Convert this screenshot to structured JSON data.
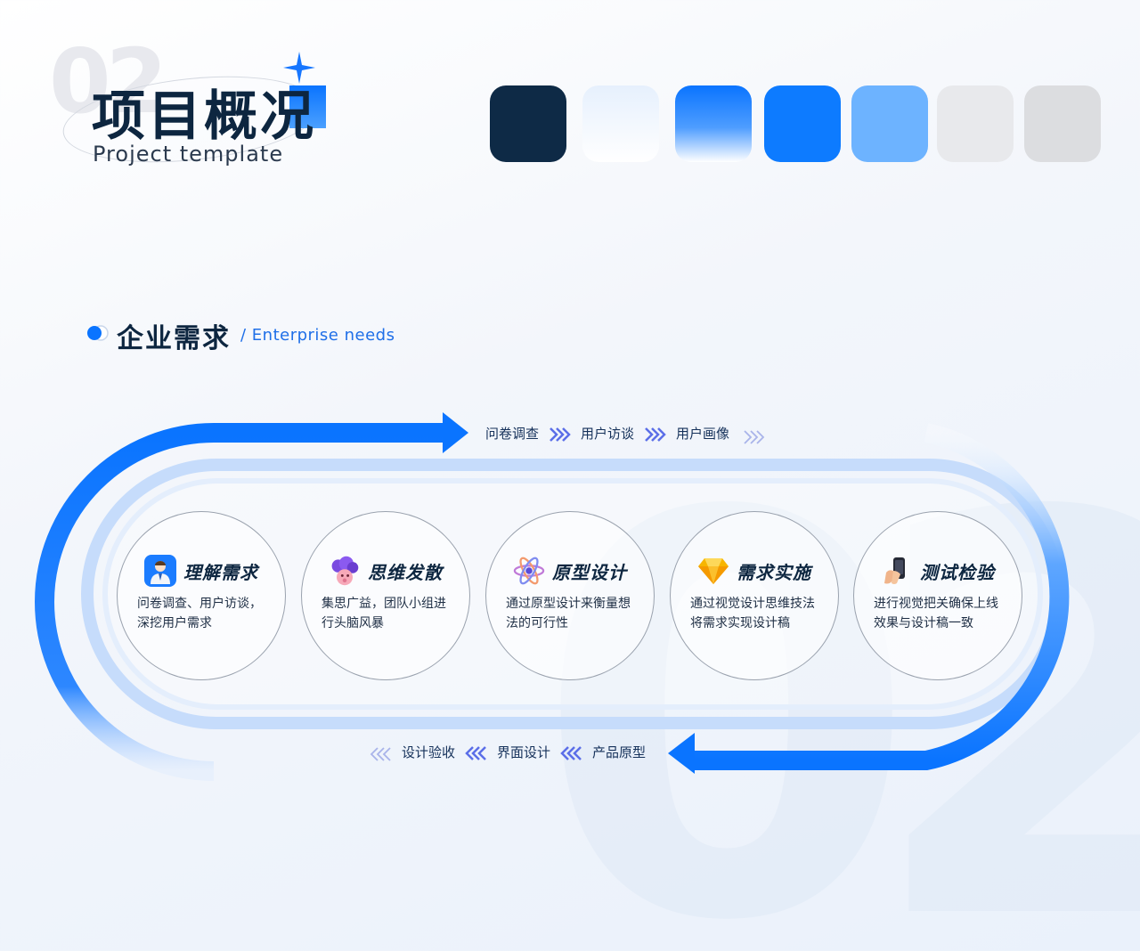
{
  "header": {
    "bg_number": "02",
    "title": "项目概况",
    "subtitle": "Project template"
  },
  "palette": [
    "#0e2a46",
    "#eaf2fd",
    "#0a74ff",
    "#0d7bff",
    "#6db3ff",
    "#e8e9ec",
    "#dcdde0"
  ],
  "section": {
    "title": "企业需求",
    "subtitle": "/ Enterprise needs"
  },
  "flow_top": [
    "问卷调查",
    "用户访谈",
    "用户画像"
  ],
  "flow_bottom": [
    "设计验收",
    "界面设计",
    "产品原型"
  ],
  "steps": [
    {
      "title": "理解需求",
      "desc": "问卷调查、用户访谈，深挖用户需求",
      "icon": "user-avatar-icon"
    },
    {
      "title": "思维发散",
      "desc": "集思广益，团队小组进行头脑风暴",
      "icon": "brain-cloud-icon"
    },
    {
      "title": "原型设计",
      "desc": "通过原型设计来衡量想法的可行性",
      "icon": "atom-icon"
    },
    {
      "title": "需求实施",
      "desc": "通过视觉设计思维技法将需求实现设计稿",
      "icon": "gem-icon"
    },
    {
      "title": "测试检验",
      "desc": "进行视觉把关确保上线效果与设计稿一致",
      "icon": "phone-hand-icon"
    }
  ],
  "watermark": "02"
}
